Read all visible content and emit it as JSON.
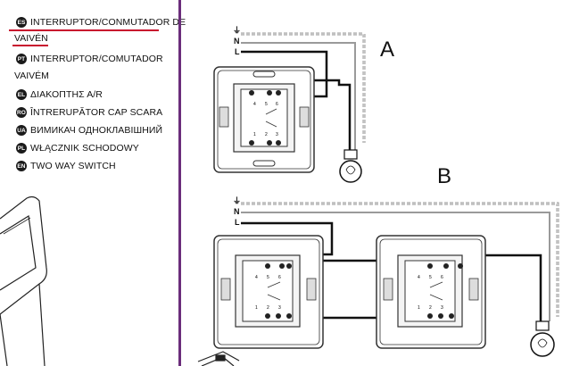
{
  "languages": [
    {
      "code": "ES",
      "line1": "INTERRUPTOR/CONMUTADOR DE",
      "line2": "VAIVÉN"
    },
    {
      "code": "PT",
      "line1": "INTERRUPTOR/COMUTADOR",
      "line2": "VAIVÉM"
    },
    {
      "code": "EL",
      "line1": "ΔΙΑΚΟΠΤΗΣ Α/R"
    },
    {
      "code": "RO",
      "line1": "ÎNTRERUPĂTOR CAP SCARA"
    },
    {
      "code": "UA",
      "line1": "ВИМИКАЧ ОДНОКЛАВІШНИЙ"
    },
    {
      "code": "PL",
      "line1": "WŁĄCZNIK SCHODOWY"
    },
    {
      "code": "EN",
      "line1": "TWO WAY SWITCH"
    }
  ],
  "diagram_a": {
    "label": "A",
    "wires": [
      "⏚",
      "N",
      "L"
    ],
    "terminals_top": [
      "4",
      "5",
      "6"
    ],
    "terminals_bottom": [
      "1",
      "2",
      "3"
    ]
  },
  "diagram_b": {
    "label": "B",
    "wires": [
      "⏚",
      "N",
      "L"
    ],
    "terminals_top": [
      "4",
      "5",
      "6"
    ],
    "terminals_bottom": [
      "1",
      "2",
      "3"
    ]
  },
  "colors": {
    "divider": "#6b2d7b",
    "underline": "#c8102e",
    "ground_wire": "#9a9a9a"
  }
}
